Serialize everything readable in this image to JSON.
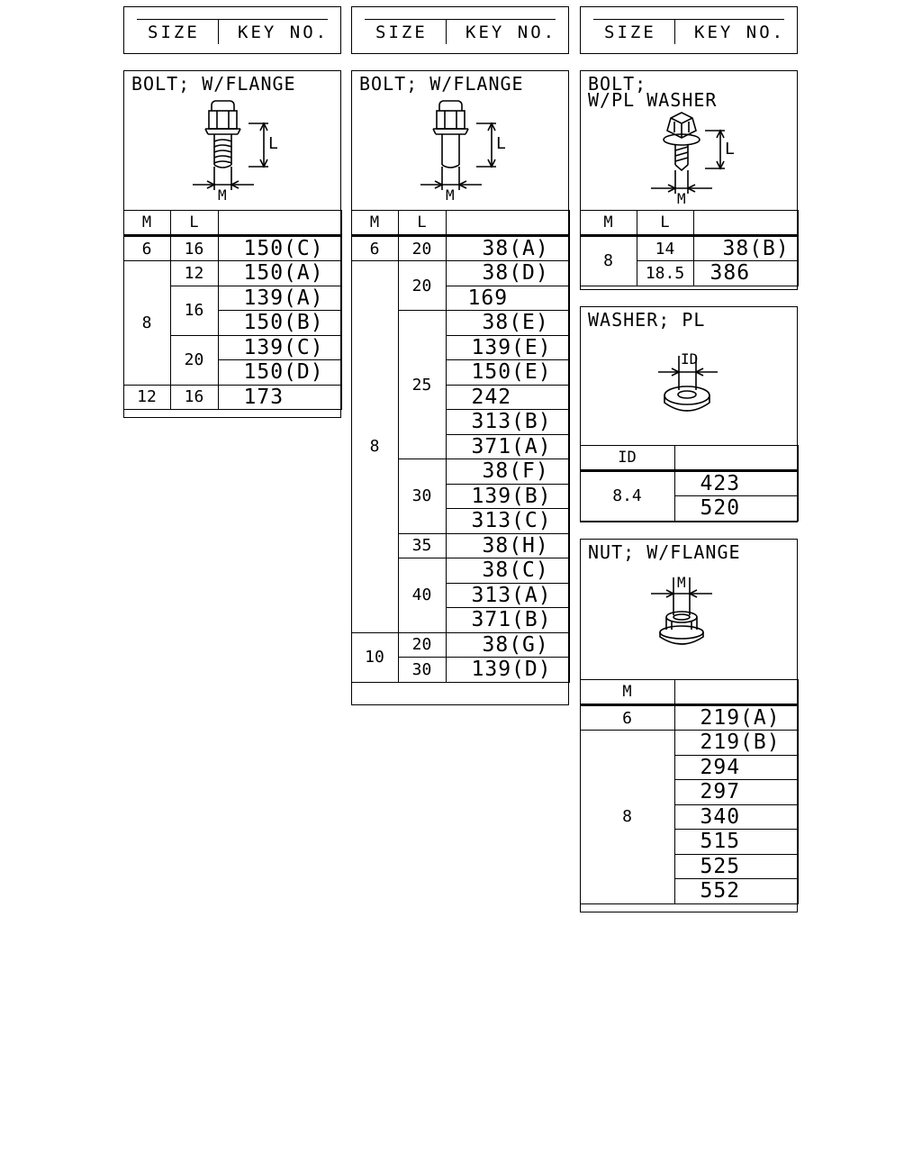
{
  "header": {
    "size_label": "SIZE",
    "key_label": "KEY NO."
  },
  "col_headers": {
    "m": "M",
    "l": "L",
    "id": "ID"
  },
  "bolt_flange_a": {
    "title": "BOLT; W/FLANGE",
    "dim_l": "L",
    "dim_m": "M",
    "rows": [
      {
        "m": "6",
        "l": "16",
        "key": "150(C)"
      },
      {
        "m": "8",
        "l": "12",
        "key": "150(A)"
      },
      {
        "l": "16",
        "key": "139(A)"
      },
      {
        "key": "150(B)"
      },
      {
        "l": "20",
        "key": "139(C)"
      },
      {
        "key": "150(D)"
      },
      {
        "m": "12",
        "l": "16",
        "key": "173"
      }
    ]
  },
  "bolt_flange_b": {
    "title": "BOLT; W/FLANGE",
    "dim_l": "L",
    "dim_m": "M",
    "rows": [
      {
        "m": "6",
        "l": "20",
        "key": "38(A)"
      },
      {
        "m": "8",
        "l": "20",
        "key": "38(D)"
      },
      {
        "key": "169"
      },
      {
        "l": "25",
        "key": "38(E)"
      },
      {
        "key": "139(E)"
      },
      {
        "key": "150(E)"
      },
      {
        "key": "242"
      },
      {
        "key": "313(B)"
      },
      {
        "key": "371(A)"
      },
      {
        "l": "30",
        "key": "38(F)"
      },
      {
        "key": "139(B)"
      },
      {
        "key": "313(C)"
      },
      {
        "l": "35",
        "key": "38(H)"
      },
      {
        "l": "40",
        "key": "38(C)"
      },
      {
        "key": "313(A)"
      },
      {
        "key": "371(B)"
      },
      {
        "m": "10",
        "l": "20",
        "key": "38(G)"
      },
      {
        "l": "30",
        "key": "139(D)"
      }
    ]
  },
  "bolt_pl_washer": {
    "title_line1": "BOLT;",
    "title_line2": "W/PL WASHER",
    "dim_l": "L",
    "dim_m": "M",
    "rows": [
      {
        "m": "8",
        "l": "14",
        "key": "38(B)"
      },
      {
        "l": "18.5",
        "key": "386"
      }
    ]
  },
  "washer_pl": {
    "title": "WASHER; PL",
    "dim_id": "ID",
    "rows": [
      {
        "id": "8.4",
        "key": "423"
      },
      {
        "key": "520"
      }
    ]
  },
  "nut_flange": {
    "title": "NUT; W/FLANGE",
    "dim_m": "M",
    "rows": [
      {
        "m": "6",
        "key": "219(A)"
      },
      {
        "m": "8",
        "key": "219(B)"
      },
      {
        "key": "294"
      },
      {
        "key": "297"
      },
      {
        "key": "340"
      },
      {
        "key": "515"
      },
      {
        "key": "525"
      },
      {
        "key": "552"
      }
    ]
  }
}
